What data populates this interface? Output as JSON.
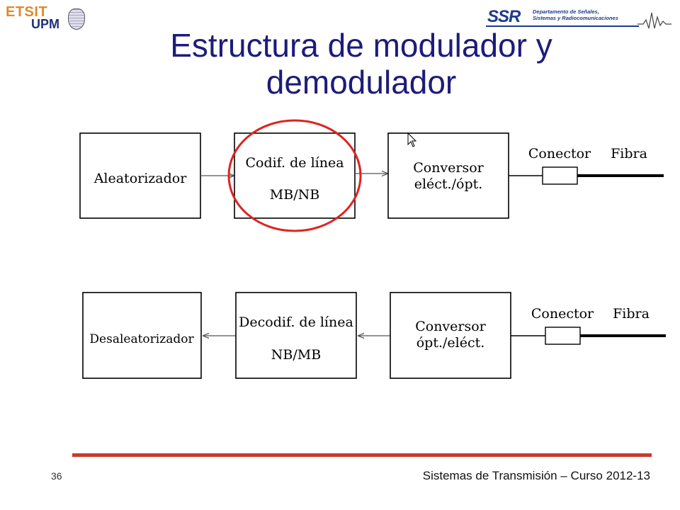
{
  "header": {
    "logo_etsit": "ETSIT",
    "logo_upm": "UPM",
    "logo_ssr": "SSR",
    "dept_line1": "Departamento de Señales,",
    "dept_line2": "Sistemas y Radiocomunicaciones"
  },
  "title": {
    "line1": "Estructura de modulador y",
    "line2": "demodulador"
  },
  "modulator": {
    "block1": "Aleatorizador",
    "block2_line1": "Codif. de línea",
    "block2_line2": "MB/NB",
    "block3_line1": "Conversor",
    "block3_line2": "eléct./ópt.",
    "connector": "Conector",
    "fiber": "Fibra"
  },
  "demodulator": {
    "block1": "Desaleatorizador",
    "block2_line1": "Decodif. de línea",
    "block2_line2": "NB/MB",
    "block3_line1": "Conversor",
    "block3_line2": "ópt./eléct.",
    "connector": "Conector",
    "fiber": "Fibra"
  },
  "colors": {
    "title": "#1d1b7a",
    "highlight_circle": "#e0221f",
    "footer_bar": "#c9392d"
  },
  "icons": {
    "cursor": "mouse-pointer-icon",
    "waveform": "waveform-icon"
  },
  "footer": {
    "slide_number": "36",
    "course": "Sistemas de Transmisión – Curso 2012-13"
  }
}
